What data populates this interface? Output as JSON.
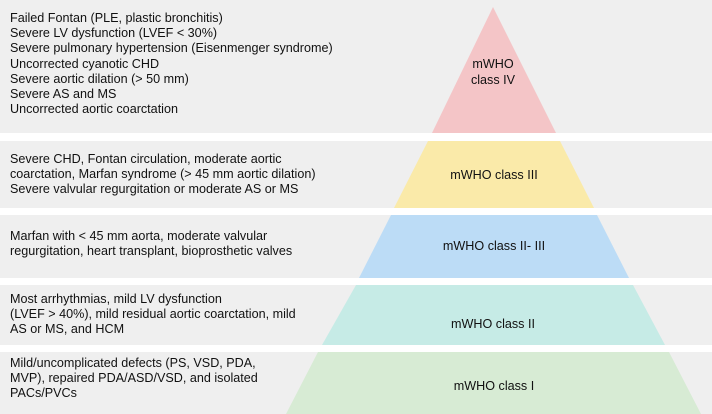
{
  "tiers": [
    {
      "id": "class-iv",
      "criteria": "Failed Fontan (PLE, plastic bronchitis)\nSevere LV dysfunction (LVEF < 30%)\nSevere pulmonary hypertension (Eisenmenger syndrome)\nUncorrected cyanotic CHD\nSevere aortic dilation (> 50 mm)\nSevere AS and MS\nUncorrected aortic coarctation",
      "label_line1": "mWHO",
      "label_line2": "class IV",
      "color": "#f4c5c7"
    },
    {
      "id": "class-iii",
      "criteria": "Severe CHD, Fontan circulation, moderate aortic\ncoarctation, Marfan syndrome (> 45 mm aortic dilation)\nSevere valvular regurgitation or moderate AS or MS",
      "label": "mWHO class III",
      "color": "#faeaa9"
    },
    {
      "id": "class-ii-iii",
      "criteria": "Marfan with < 45 mm aorta, moderate valvular\nregurgitation, heart transplant, bioprosthetic valves",
      "label": "mWHO class II- III",
      "color": "#bcdcf6"
    },
    {
      "id": "class-ii",
      "criteria": "Most arrhythmias, mild LV dysfunction\n(LVEF > 40%), mild residual aortic coarctation, mild\nAS or MS, and HCM",
      "label": "mWHO class II",
      "color": "#c6ebe6"
    },
    {
      "id": "class-i",
      "criteria": "Mild/uncomplicated defects (PS, VSD, PDA,\nMVP), repaired PDA/ASD/VSD, and isolated\nPACs/PVCs",
      "label": "mWHO class I",
      "color": "#d7ebd4"
    }
  ],
  "colors": {
    "band_background": "#efefef",
    "page_background": "#ffffff"
  }
}
